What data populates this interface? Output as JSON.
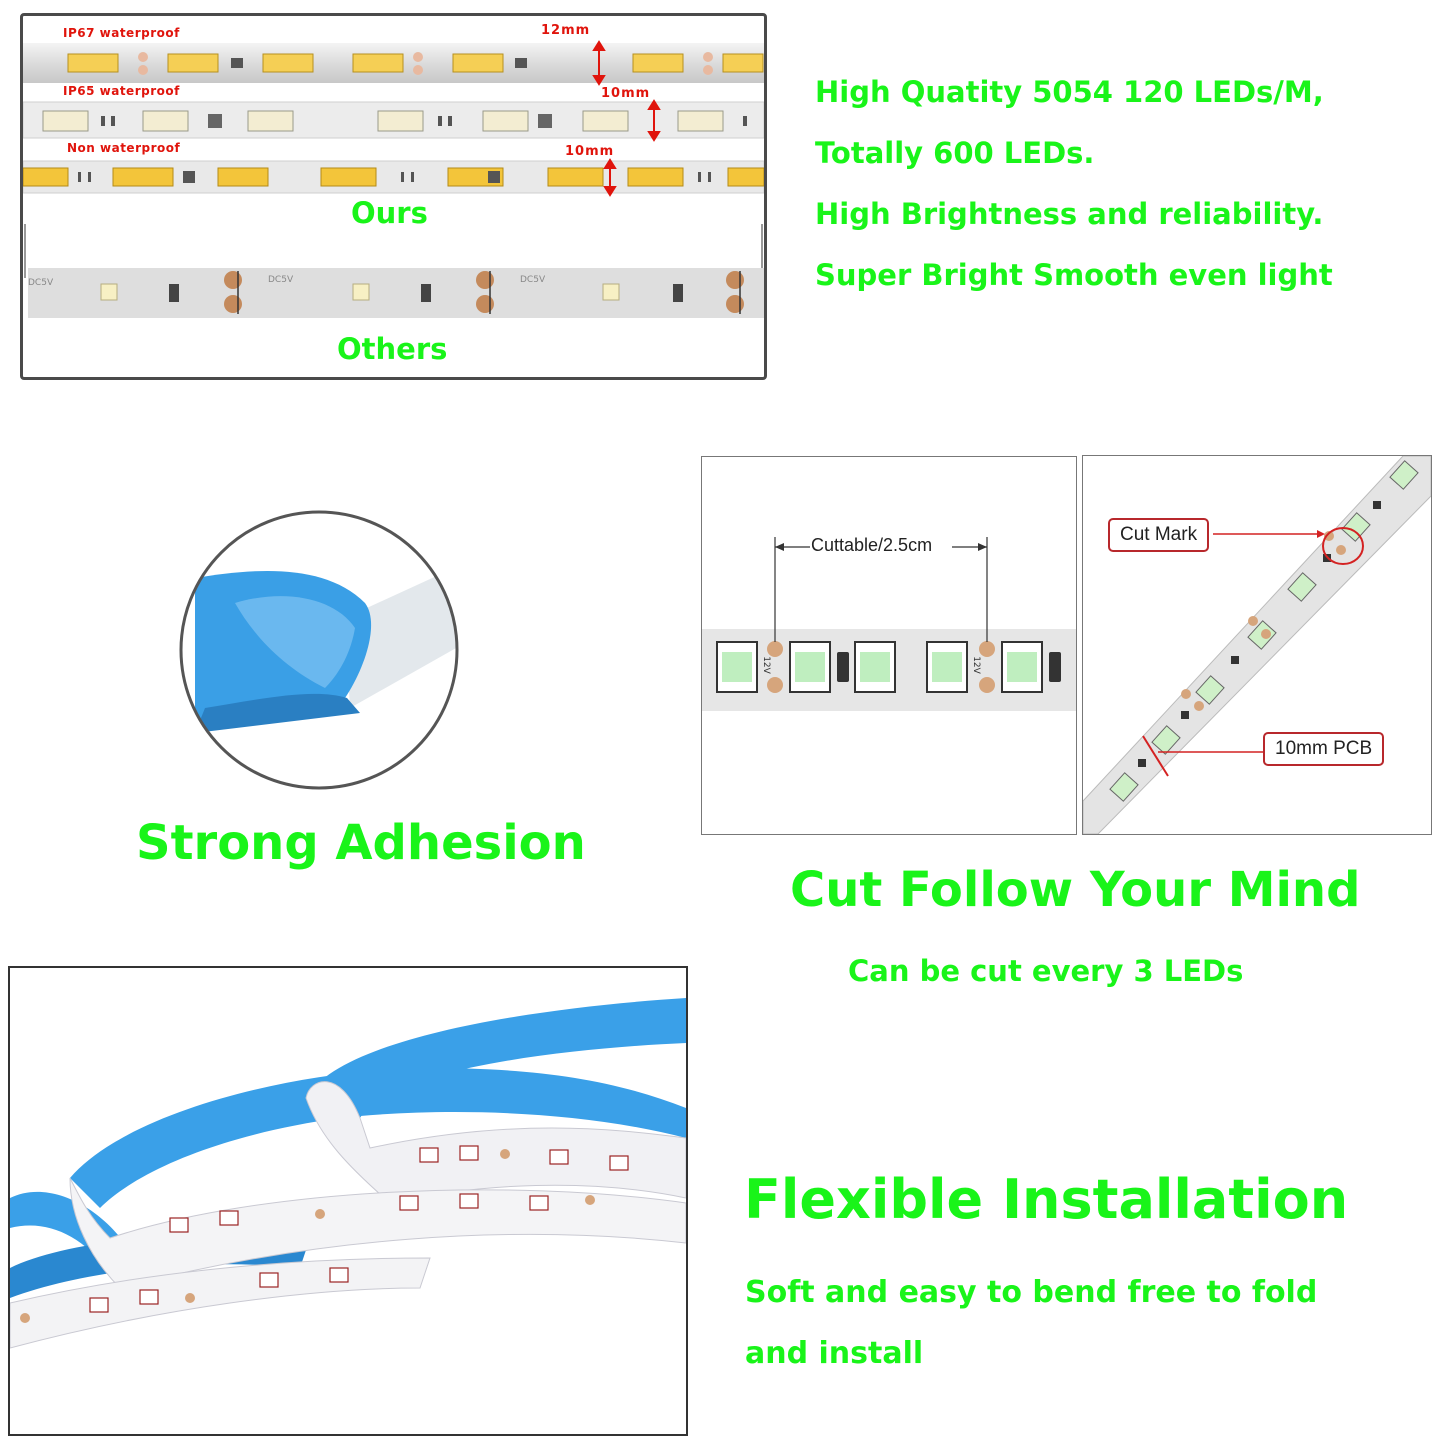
{
  "comparison": {
    "strip_labels": [
      "IP67 waterproof",
      "IP65 waterproof",
      "Non waterproof"
    ],
    "dimensions": [
      "12mm",
      "10mm",
      "10mm"
    ],
    "ours_label": "Ours",
    "others_label": "Others",
    "others_marking": "DC5V"
  },
  "features": [
    "High Quatity 5054 120 LEDs/M,",
    "Totally 600 LEDs.",
    "High Brightness and reliability.",
    "Super Bright Smooth even light"
  ],
  "adhesion": {
    "title": "Strong Adhesion"
  },
  "cut": {
    "cuttable_label": "Cuttable/2.5cm",
    "cut_mark_label": "Cut Mark",
    "pcb_label": "10mm PCB",
    "voltage_marking": "12V",
    "title": "Cut Follow Your Mind",
    "subtitle": "Can be cut every 3 LEDs"
  },
  "install": {
    "title": "Flexible Installation",
    "line1": "Soft and easy to bend free to fold",
    "line2": "and install"
  },
  "colors": {
    "headline_green": "#19f419",
    "label_red": "#e0140c",
    "tape_blue": "#3aa0e8",
    "led_yellow": "#f3c53a"
  }
}
